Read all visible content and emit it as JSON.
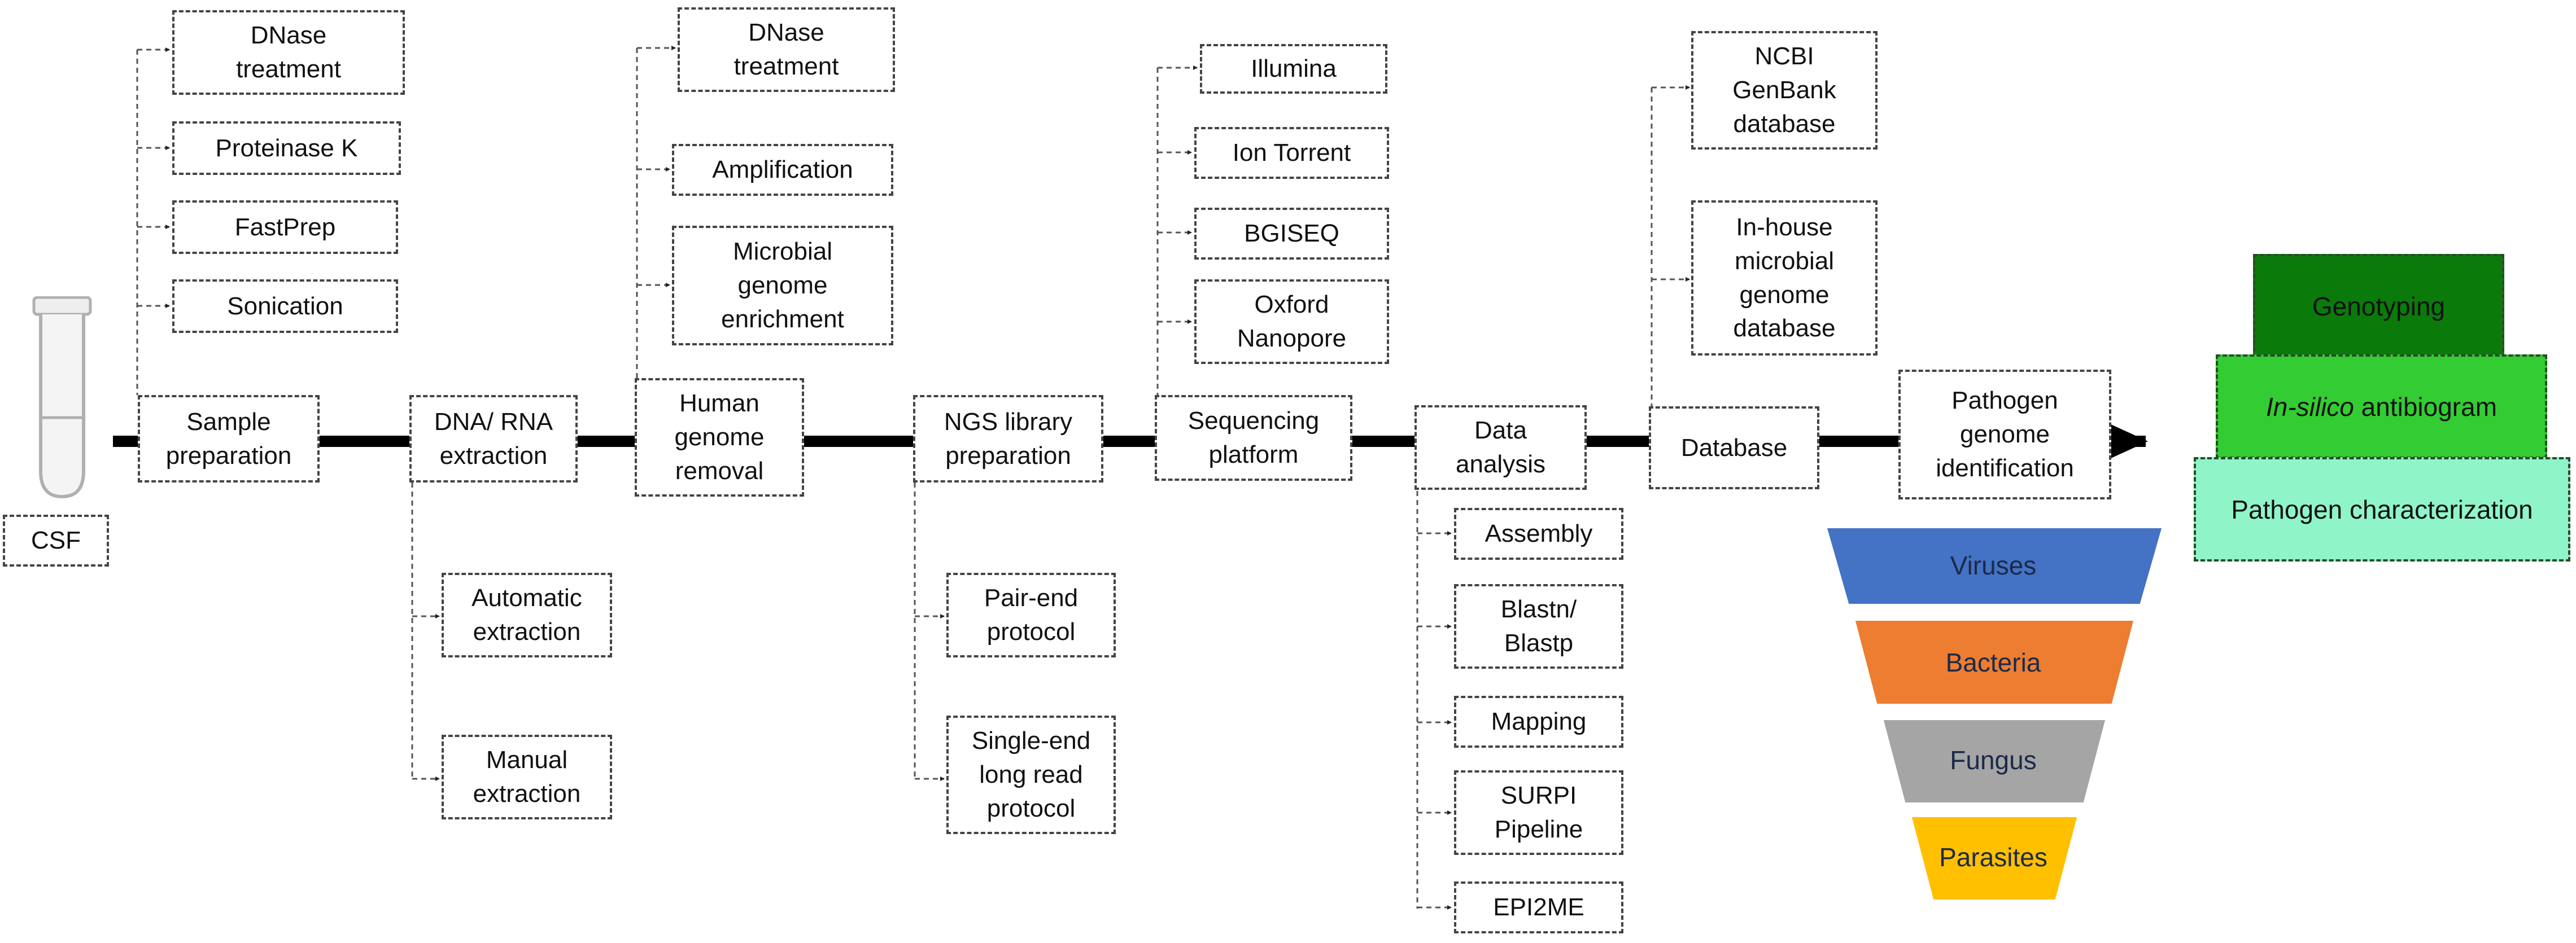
{
  "main_flow": {
    "csf": "CSF",
    "sample_preparation": "Sample\npreparation",
    "extraction": "DNA/ RNA\nextraction",
    "human_removal": "Human\ngenome\nremoval",
    "library_prep": "NGS library\npreparation",
    "sequencing_platform": "Sequencing\nplatform",
    "data_analysis": "Data\nanalysis",
    "database": "Database",
    "pathogen_identification": "Pathogen\ngenome\nidentification"
  },
  "sample_preparation_methods": [
    "DNase\ntreatment",
    "Proteinase K",
    "FastPrep",
    "Sonication"
  ],
  "extraction_methods": [
    "Automatic\nextraction",
    "Manual\nextraction"
  ],
  "human_removal_methods": [
    "DNase\ntreatment",
    "Amplification",
    "Microbial\ngenome\nenrichment"
  ],
  "library_protocols": [
    "Pair-end\nprotocol",
    "Single-end\nlong read\nprotocol"
  ],
  "sequencing_platforms": [
    "Illumina",
    "Ion Torrent",
    "BGISEQ",
    "Oxford\nNanopore"
  ],
  "analysis_tools": [
    "Assembly",
    "Blastn/\nBlastp",
    "Mapping",
    "SURPI\nPipeline",
    "EPI2ME"
  ],
  "databases": [
    "NCBI\nGenBank\ndatabase",
    "In-house\nmicrobial\ngenome\ndatabase"
  ],
  "pathogen_groups": [
    {
      "label": "Viruses",
      "color": "#4472c4"
    },
    {
      "label": "Bacteria",
      "color": "#ed7d31"
    },
    {
      "label": "Fungus",
      "color": "#a5a5a5"
    },
    {
      "label": "Parasites",
      "color": "#ffc000"
    }
  ],
  "characterization": {
    "genotyping": "Genotyping",
    "antibiogram_italic": "In-silico",
    "antibiogram_rest": " antibiogram",
    "pathogen_characterization": "Pathogen characterization",
    "colors": {
      "genotyping": "#0a7a0a",
      "antibiogram": "#33cc33",
      "characterization": "#8ff5c8"
    }
  }
}
